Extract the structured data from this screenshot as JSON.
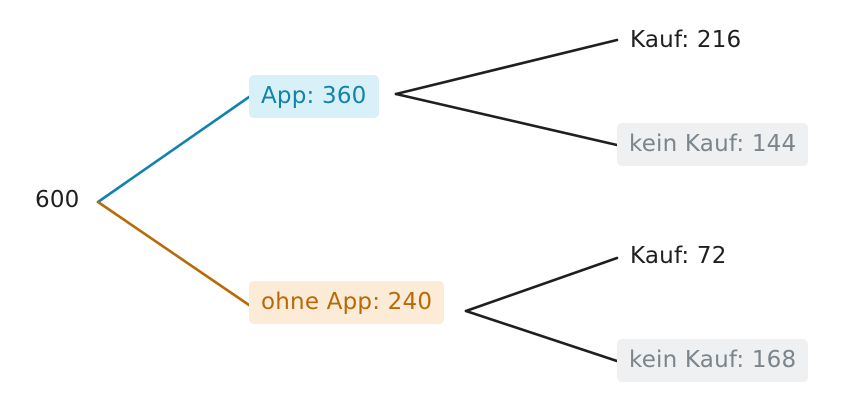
{
  "tree": {
    "root": {
      "label": "600"
    },
    "branches": [
      {
        "label": "App: 360",
        "color": "#1283ad",
        "fill": "#d8f0f7",
        "children": [
          {
            "label": "Kauf: 216",
            "style": "plain"
          },
          {
            "label": "kein Kauf: 144",
            "style": "muted"
          }
        ]
      },
      {
        "label": "ohne App: 240",
        "color": "#b86a06",
        "fill": "#fcebd7",
        "children": [
          {
            "label": "Kauf: 72",
            "style": "plain"
          },
          {
            "label": "kein Kauf: 168",
            "style": "muted"
          }
        ]
      }
    ],
    "edge_color_leaf": "#1f1f1f"
  }
}
